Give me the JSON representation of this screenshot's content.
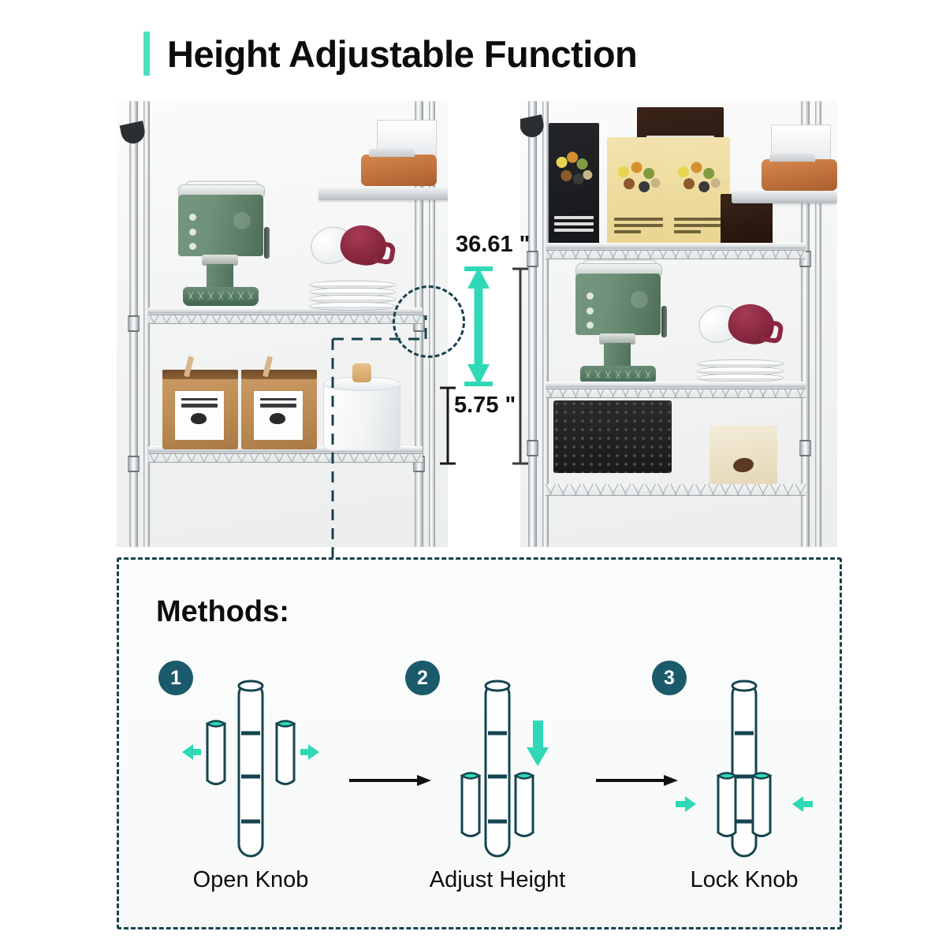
{
  "header": {
    "title": "Height Adjustable Function",
    "accent_color": "#4fe0c0"
  },
  "photos": {
    "left": {
      "caption_alt": "wire shelving unit with green espresso machine on upper shelf",
      "items": [
        "espresso-machine",
        "plate-stack",
        "red-mug",
        "white-mug",
        "coffee-bags",
        "canister",
        "leather-bag"
      ]
    },
    "right": {
      "caption_alt": "same shelving unit with shelf lowered, cereal boxes on top shelf",
      "items": [
        "cereal-boxes",
        "cocoa-box",
        "espresso-machine",
        "plate-stack",
        "red-mug",
        "floor-mat",
        "coffee-bag",
        "leather-bag"
      ]
    }
  },
  "dimensions": {
    "upper_value": "36.61 \"",
    "lower_value": "5.75 \"",
    "arrow_color": "#2fd9b5",
    "callout_color": "#17414d"
  },
  "methods": {
    "title": "Methods:",
    "border_color": "#17414d",
    "badge_color": "#1b5a6b",
    "steps": [
      {
        "number": "1",
        "label": "Open Knob",
        "icon": "collar-open-icon"
      },
      {
        "number": "2",
        "label": "Adjust Height",
        "icon": "collar-slide-down-icon"
      },
      {
        "number": "3",
        "label": "Lock Knob",
        "icon": "collar-close-icon"
      }
    ],
    "connector_icon": "arrow-right-icon"
  }
}
